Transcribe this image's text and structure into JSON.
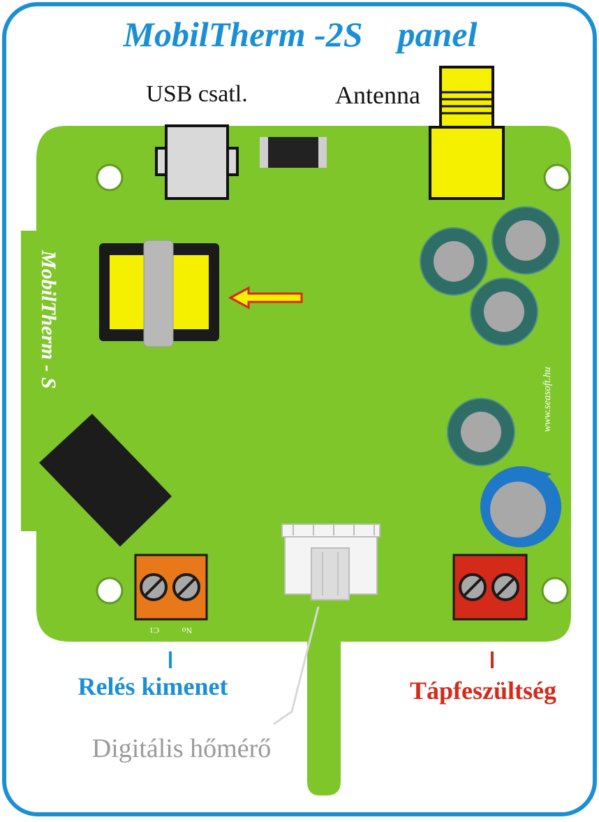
{
  "title": "MobilTherm -2S    panel",
  "labels": {
    "usb": "USB csatl.",
    "antenna": "Antenna",
    "side_brand": "MobilTherm - S",
    "website": "www.seasoft.hu",
    "relay_output": "Relés kimenet",
    "power_supply": "Tápfeszültség",
    "digital_thermometer": "Digitális hőmérő",
    "terminal_left": "C1",
    "terminal_right": "No"
  },
  "colors": {
    "frame": "#1a8fd6",
    "board": "#7fc62a",
    "title": "#1a8fd6",
    "relay_label": "#1a8fd6",
    "power_label": "#d42a1a",
    "thermo_label": "#9a9a9a",
    "relay_terminal": "#e8781a",
    "power_terminal": "#d42a1a",
    "antenna": "#f5f000",
    "capacitor_ring": "#2e6e66",
    "capacitor_blue": "#1f78c8",
    "capacitor_core": "#a8a8a8"
  }
}
